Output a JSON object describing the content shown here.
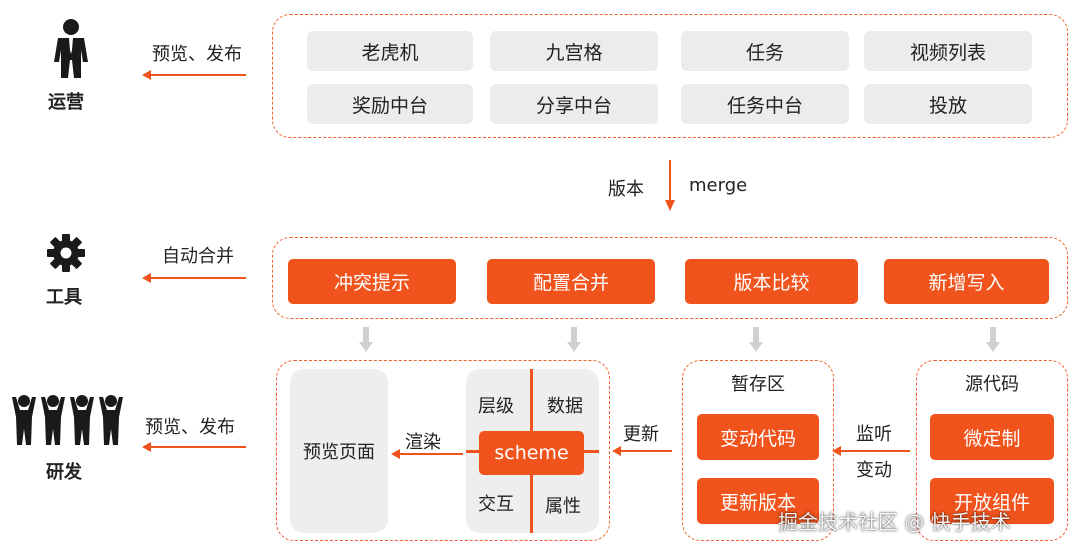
{
  "roles": {
    "ops": "运营",
    "tools": "工具",
    "dev": "研发"
  },
  "side_labels": {
    "ops_action": "预览、发布",
    "tools_action": "自动合并",
    "dev_action": "预览、发布"
  },
  "ops_grid": [
    "老虎机",
    "九宫格",
    "任务",
    "视频列表",
    "奖励中台",
    "分享中台",
    "任务中台",
    "投放"
  ],
  "merge_labels": {
    "left": "版本",
    "right": "merge"
  },
  "tools_grid": [
    "冲突提示",
    "配置合并",
    "版本比较",
    "新增写入"
  ],
  "dev": {
    "preview_page": "预览页面",
    "render_label": "渲染",
    "scheme": {
      "center": "scheme",
      "top_left": "层级",
      "top_right": "数据",
      "bottom_left": "交互",
      "bottom_right": "属性"
    },
    "update_label": "更新",
    "staging": {
      "title": "暂存区",
      "items": [
        "变动代码",
        "更新版本"
      ]
    },
    "listen_label": "监听",
    "change_label": "变动",
    "source": {
      "title": "源代码",
      "items": [
        "微定制",
        "开放组件"
      ]
    }
  },
  "watermark": "掘金技术社区 @ 快手技术",
  "colors": {
    "accent": "#f0531c",
    "gray_box": "#ececec",
    "panel": "#eeeeee"
  }
}
